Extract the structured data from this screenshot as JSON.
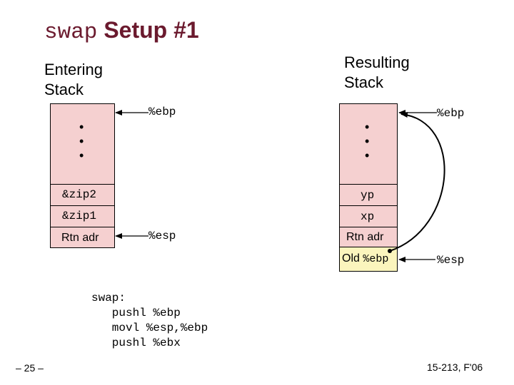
{
  "title": {
    "code": "swap",
    "text": "Setup #1"
  },
  "left_stack": {
    "heading_line1": "Entering",
    "heading_line2": "Stack",
    "dots": [
      "•",
      "•",
      "•"
    ],
    "cells": [
      "&zip2",
      "&zip1",
      "Rtn adr"
    ],
    "ebp_label": "%ebp",
    "esp_label": "%esp"
  },
  "right_stack": {
    "heading_line1": "Resulting",
    "heading_line2": "Stack",
    "dots": [
      "•",
      "•",
      "•"
    ],
    "cells": [
      "yp",
      "xp",
      "Rtn adr"
    ],
    "old_cell_prefix": "Old",
    "old_cell_reg": "%ebp",
    "ebp_label": "%ebp",
    "esp_label": "%esp"
  },
  "code": {
    "lines": [
      "swap:",
      "   pushl %ebp",
      "   movl %esp,%ebp",
      "   pushl %ebx"
    ]
  },
  "footer": {
    "page": "– 25 –",
    "course": "15-213, F'06"
  }
}
